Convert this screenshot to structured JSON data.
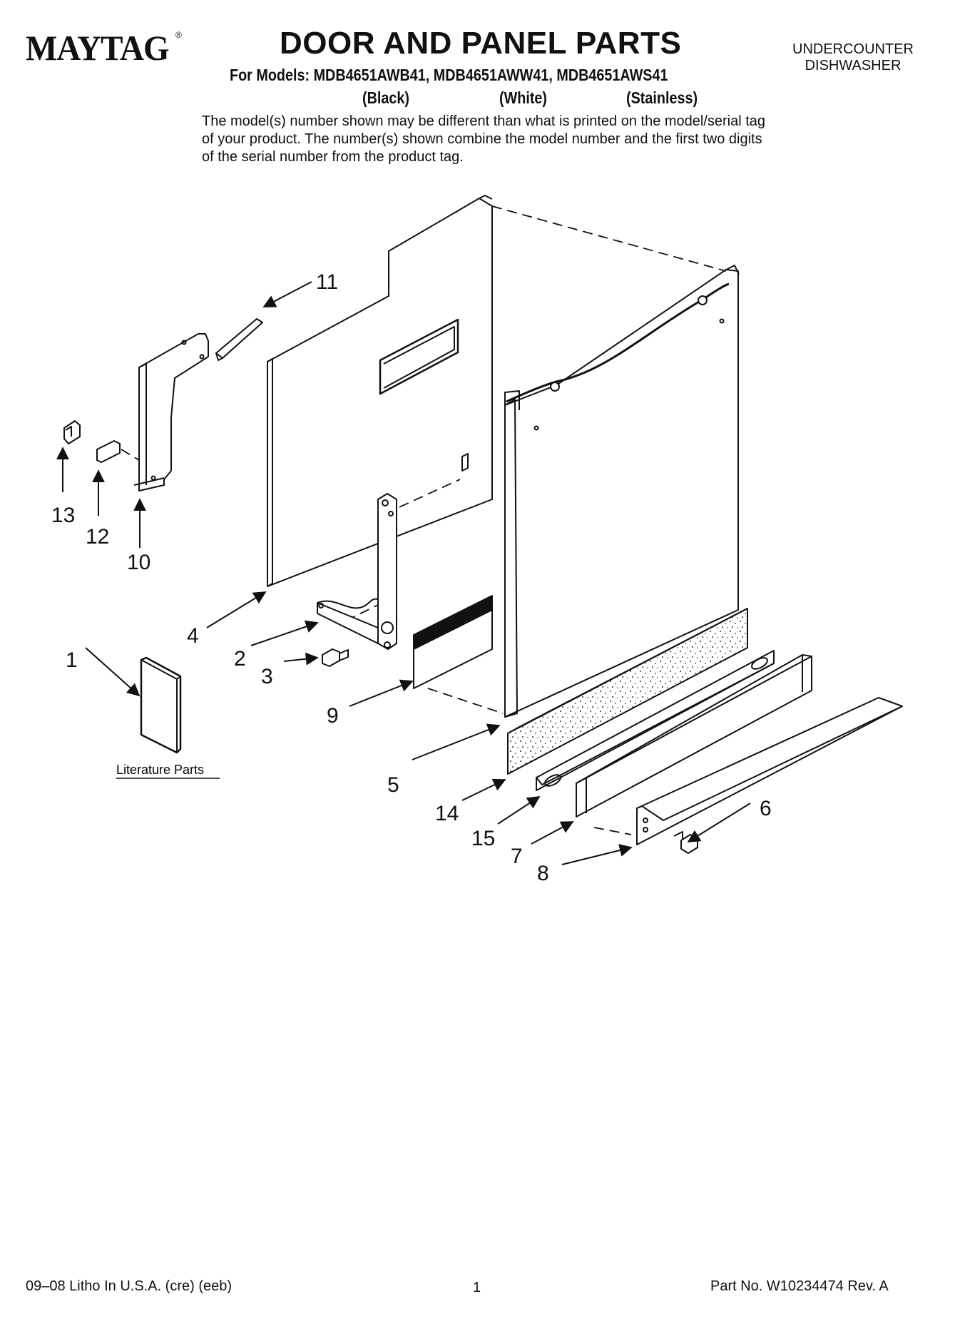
{
  "header": {
    "brand": "MAYTAG",
    "brand_mark": "®",
    "title": "DOOR AND PANEL PARTS",
    "models_line": "For Models: MDB4651AWB41, MDB4651AWW41, MDB4651AWS41",
    "variants": [
      "(Black)",
      "(White)",
      "(Stainless)"
    ],
    "product_type": [
      "UNDERCOUNTER",
      "DISHWASHER"
    ],
    "note": "The model(s) number shown may be different than what is printed on the model/serial tag of your product. The number(s) shown combine the model number and the first two digits of the serial number from the product tag."
  },
  "diagram": {
    "callouts": [
      "1",
      "2",
      "3",
      "4",
      "5",
      "6",
      "7",
      "8",
      "9",
      "10",
      "11",
      "12",
      "13",
      "14",
      "15"
    ],
    "literature_label": "Literature Parts"
  },
  "footer": {
    "left": "09–08 Litho In U.S.A. (cre) (eeb)",
    "page": "1",
    "right": "Part No. W10234474 Rev. A"
  }
}
